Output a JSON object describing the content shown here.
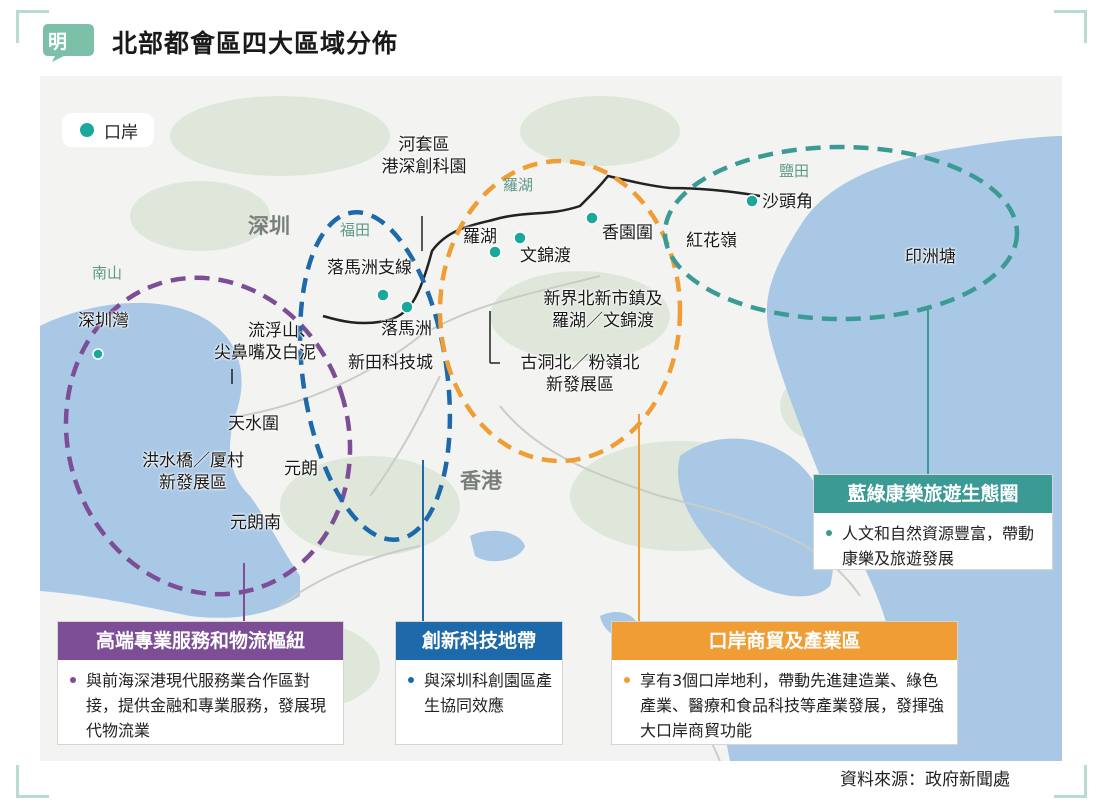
{
  "title": "北部都會區四大區域分佈",
  "logo_text": "明",
  "legend": {
    "label": "口岸"
  },
  "cities": {
    "shenzhen": "深圳",
    "hongkong": "香港"
  },
  "districts": {
    "nanshan": "南山",
    "futian": "福田",
    "luohu": "羅湖",
    "yantian": "鹽田"
  },
  "ports": {
    "shenzhen_bay": "深圳灣",
    "lok_ma_chau_spur": "落馬洲支線",
    "lok_ma_chau": "落馬洲",
    "lo_wu": "羅湖",
    "man_kam_to": "文錦渡",
    "heung_yuen_wai": "香園圍",
    "sha_tau_kok": "沙頭角"
  },
  "places": {
    "lau_fau_shan": "流浮山、\n尖鼻嘴及白泥",
    "tin_shui_wai": "天水圍",
    "hung_shui_kiu": "洪水橋／厦村\n新發展區",
    "yuen_long": "元朗",
    "yuen_long_south": "元朗南",
    "san_tin": "新田科技城",
    "loop": "河套區\n港深創科園",
    "nt_north": "新界北新市鎮及\n羅湖／文錦渡",
    "kwu_tung": "古洞北／粉嶺北\n新發展區",
    "hung_fa_leng": "紅花嶺",
    "yan_chau_tong": "印洲塘"
  },
  "zones": [
    {
      "heading": "高端專業服務和物流樞紐",
      "body": "與前海深港現代服務業合作區對接，提供金融和專業服務，發展現代物流業",
      "color": "#7d4e96"
    },
    {
      "heading": "創新科技地帶",
      "body": "與深圳科創園區產生協同效應",
      "color": "#1d69aa"
    },
    {
      "heading": "口岸商貿及產業區",
      "body": "享有3個口岸地利，帶動先進建造業、綠色產業、醫療和食品科技等產業發展，發揮強大口岸商貿功能",
      "color": "#ef9d34"
    },
    {
      "heading": "藍綠康樂旅遊生態圈",
      "body": "人文和自然資源豐富，帶動康樂及旅遊發展",
      "color": "#3c9a95"
    }
  ],
  "source": "資料來源：政府新聞處",
  "colors": {
    "water": "#a9c8e6",
    "land": "#f3f4f1",
    "port": "#1aa89c"
  }
}
